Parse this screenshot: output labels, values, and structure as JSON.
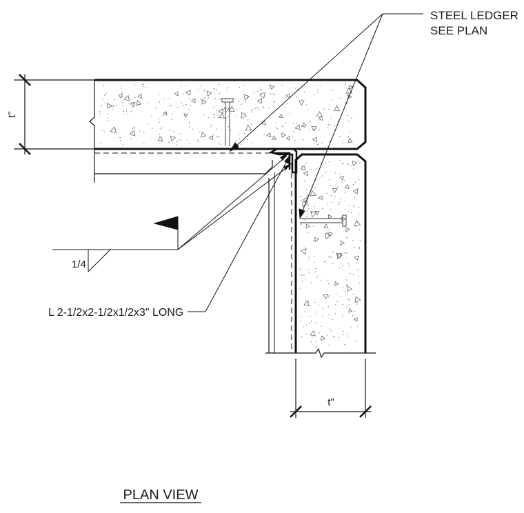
{
  "callouts": {
    "ledger_line1": "STEEL LEDGER",
    "ledger_line2": "SEE PLAN",
    "angle": "L 2-1/2x2-1/2x1/2x3\" LONG"
  },
  "weld": {
    "size": "1/4"
  },
  "dimensions": {
    "slab_thickness": "t\"",
    "wall_thickness": "t\""
  },
  "title": "PLAN VIEW"
}
